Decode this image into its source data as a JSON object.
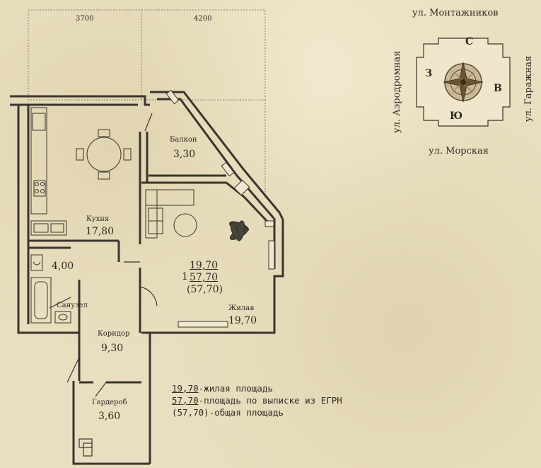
{
  "dimensions": {
    "left_width": "3700",
    "right_width": "4200"
  },
  "rooms": {
    "balcony": {
      "name": "Балкон",
      "area": "3,30"
    },
    "kitchen": {
      "name": "Кухня",
      "area": "17,80"
    },
    "wc": {
      "area": "4,00"
    },
    "bathroom": {
      "name": "Санузел"
    },
    "corridor": {
      "name": "Коридор",
      "area": "9,30"
    },
    "wardrobe": {
      "name": "Гардероб",
      "area": "3,60"
    },
    "living": {
      "name": "Жилая",
      "area": "19,70"
    }
  },
  "summary": {
    "room_count": "1",
    "living_area": "19,70",
    "egrn_area": "57,70",
    "total_area": "(57,70)"
  },
  "legend": {
    "line1_value": "19,70",
    "line1_text": "-жилая площадь",
    "line2_value": "57,70",
    "line2_text": "-площадь по выписке из ЕГРН",
    "line3_value": "(57,70)",
    "line3_text": "-общая площадь"
  },
  "compass": {
    "north": "С",
    "south": "Ю",
    "west": "З",
    "east": "В",
    "street_top": "ул. Монтажников",
    "street_bottom": "ул. Морская",
    "street_left": "ул. Аэродромная",
    "street_right": "ул. Гаражная"
  }
}
